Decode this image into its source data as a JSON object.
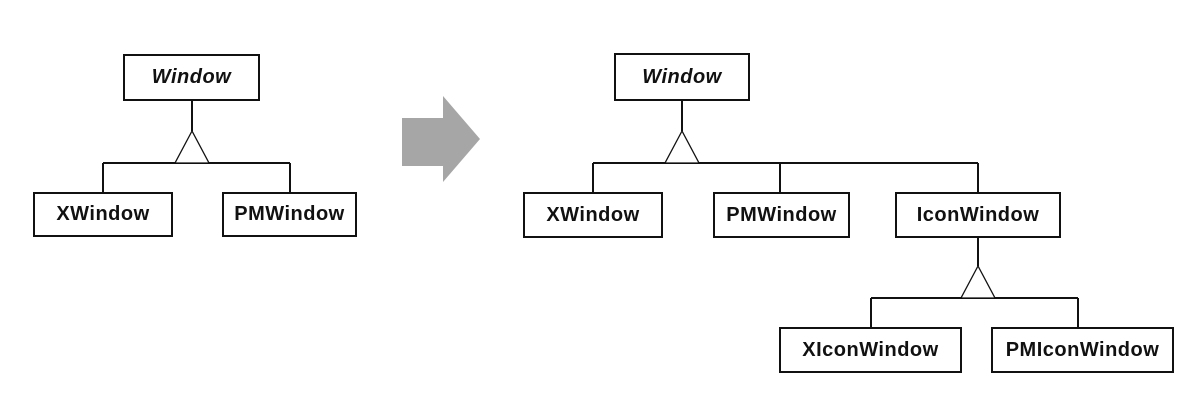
{
  "diagram_title": "window-class-hierarchy-refactoring",
  "colors": {
    "line": "#111111",
    "box_fill": "#ffffff",
    "text": "#111111",
    "arrow_fill": "#a6a6a6"
  },
  "arrow": {
    "icon": "right-block-arrow",
    "direction": "right"
  },
  "before": {
    "root": {
      "label": "Window",
      "abstract": true
    },
    "children": [
      {
        "label": "XWindow"
      },
      {
        "label": "PMWindow"
      }
    ]
  },
  "after": {
    "root": {
      "label": "Window",
      "abstract": true
    },
    "children": [
      {
        "label": "XWindow"
      },
      {
        "label": "PMWindow"
      },
      {
        "label": "IconWindow",
        "children": [
          {
            "label": "XIconWindow"
          },
          {
            "label": "PMIconWindow"
          }
        ]
      }
    ]
  }
}
